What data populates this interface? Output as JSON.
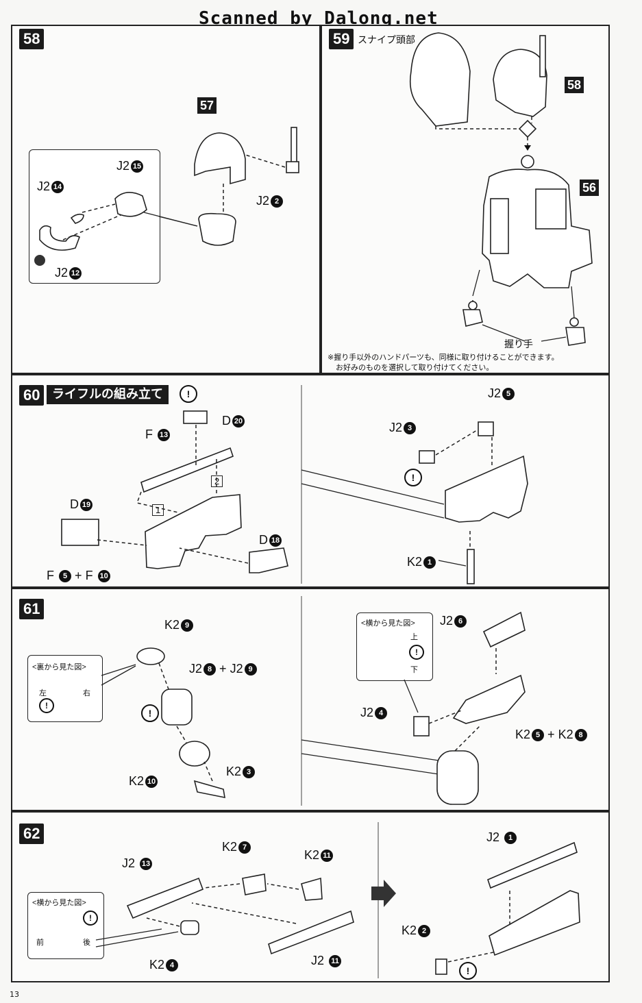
{
  "watermark": "Scanned by Dalong.net",
  "page_number": "13",
  "steps": {
    "s58": {
      "num": "58",
      "label_57": "57",
      "j2_15": "J2",
      "n15": "15",
      "j2_14": "J2",
      "n14": "14",
      "j2_12": "J2",
      "n12": "12",
      "j2_2": "J2",
      "n2": "2"
    },
    "s59": {
      "num": "59",
      "title": "スナイプ頭部",
      "tag58": "58",
      "tag56": "56",
      "grip": "握り手",
      "note_line1": "※握り手以外のハンドパーツも、同様に取り付けることができます。",
      "note_line2": "お好みのものを選択して取り付けてください。"
    },
    "s60": {
      "num": "60",
      "title": "ライフルの組み立て",
      "f": "F",
      "n13": "13",
      "d": "D",
      "n20": "20",
      "n19": "19",
      "n18": "18",
      "b1": "1",
      "b2": "2",
      "f5": "F",
      "n5": "5",
      "plus": "+",
      "f10": "F",
      "n10": "10",
      "j2_5": "J2",
      "m5": "5",
      "j2_3": "J2",
      "m3": "3",
      "k2_1": "K2",
      "m1": "1"
    },
    "s61": {
      "num": "61",
      "k2_9": "K2",
      "n9": "9",
      "j2_8": "J2",
      "n8": "8",
      "plus": "+",
      "j2_9": "J2",
      "n9b": "9",
      "k2_10": "K2",
      "n10": "10",
      "k2_3": "K2",
      "n3": "3",
      "back_view": "<裏から見た図>",
      "left": "左",
      "right": "右",
      "side_view": "<横から見た図>",
      "up": "上",
      "down": "下",
      "j2_6": "J2",
      "n6": "6",
      "j2_4": "J2",
      "n4": "4",
      "k2_5": "K2",
      "n5": "5",
      "plus2": "+",
      "k2_8": "K2",
      "n8b": "8"
    },
    "s62": {
      "num": "62",
      "j2_13": "J2",
      "n13": "13",
      "k2_7": "K2",
      "n7": "7",
      "k2_11": "K2",
      "n11": "11",
      "j2_11": "J2",
      "n11b": "11",
      "k2_4": "K2",
      "n4": "4",
      "side_view": "<横から見た図>",
      "front": "前",
      "back": "後",
      "j2_1": "J2",
      "n1": "1",
      "k2_2": "K2",
      "n2": "2"
    }
  }
}
